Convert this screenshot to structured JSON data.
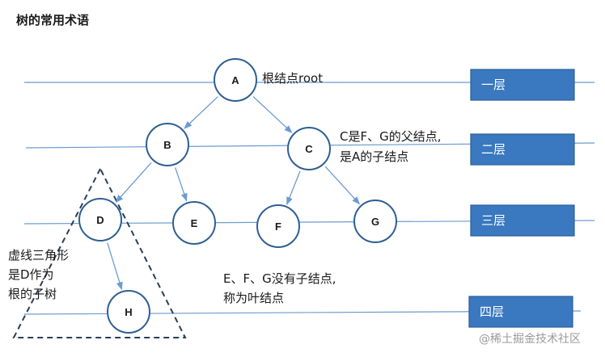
{
  "title": "树的常用术语",
  "nodes": [
    {
      "id": "A",
      "label": "A"
    },
    {
      "id": "B",
      "label": "B"
    },
    {
      "id": "C",
      "label": "C"
    },
    {
      "id": "D",
      "label": "D"
    },
    {
      "id": "E",
      "label": "E"
    },
    {
      "id": "F",
      "label": "F"
    },
    {
      "id": "G",
      "label": "G"
    },
    {
      "id": "H",
      "label": "H"
    }
  ],
  "edges": [
    [
      "A",
      "B"
    ],
    [
      "A",
      "C"
    ],
    [
      "B",
      "D"
    ],
    [
      "B",
      "E"
    ],
    [
      "C",
      "F"
    ],
    [
      "C",
      "G"
    ],
    [
      "D",
      "H"
    ]
  ],
  "levels": [
    "一层",
    "二层",
    "三层",
    "四层"
  ],
  "annotations": {
    "root": "根结点root",
    "parent_line1": "C是F、G的父结点,",
    "parent_line2": "是A的子结点",
    "leaf_line1": "E、F、G没有子结点,",
    "leaf_line2": "称为叶结点",
    "subtree_line1": "虚线三角形",
    "subtree_line2": "是D作为",
    "subtree_line3": "根的子树"
  },
  "watermark": "@稀土掘金技术社区",
  "colors": {
    "node_stroke": "#2e5f93",
    "edge": "#6a9bd2",
    "level_line": "#6a9bd2",
    "level_box_fill": "#3a78c0",
    "level_box_stroke": "#2b5f99"
  }
}
